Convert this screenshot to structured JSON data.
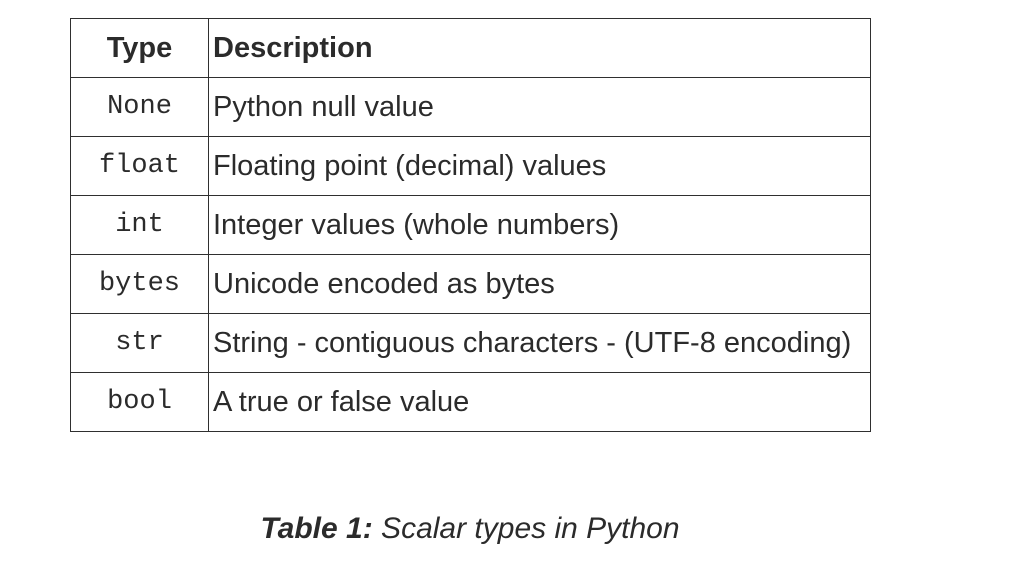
{
  "table": {
    "headers": {
      "type": "Type",
      "description": "Description"
    },
    "rows": [
      {
        "type": "None",
        "description": "Python null value"
      },
      {
        "type": "float",
        "description": "Floating point (decimal) values"
      },
      {
        "type": "int",
        "description": "Integer values (whole numbers)"
      },
      {
        "type": "bytes",
        "description": "Unicode encoded as bytes"
      },
      {
        "type": "str",
        "description": "String - contiguous characters - (UTF-8 encoding)"
      },
      {
        "type": "bool",
        "description": "A true or false value"
      }
    ]
  },
  "caption": {
    "label": "Table 1:",
    "text": " Scalar types in Python"
  }
}
